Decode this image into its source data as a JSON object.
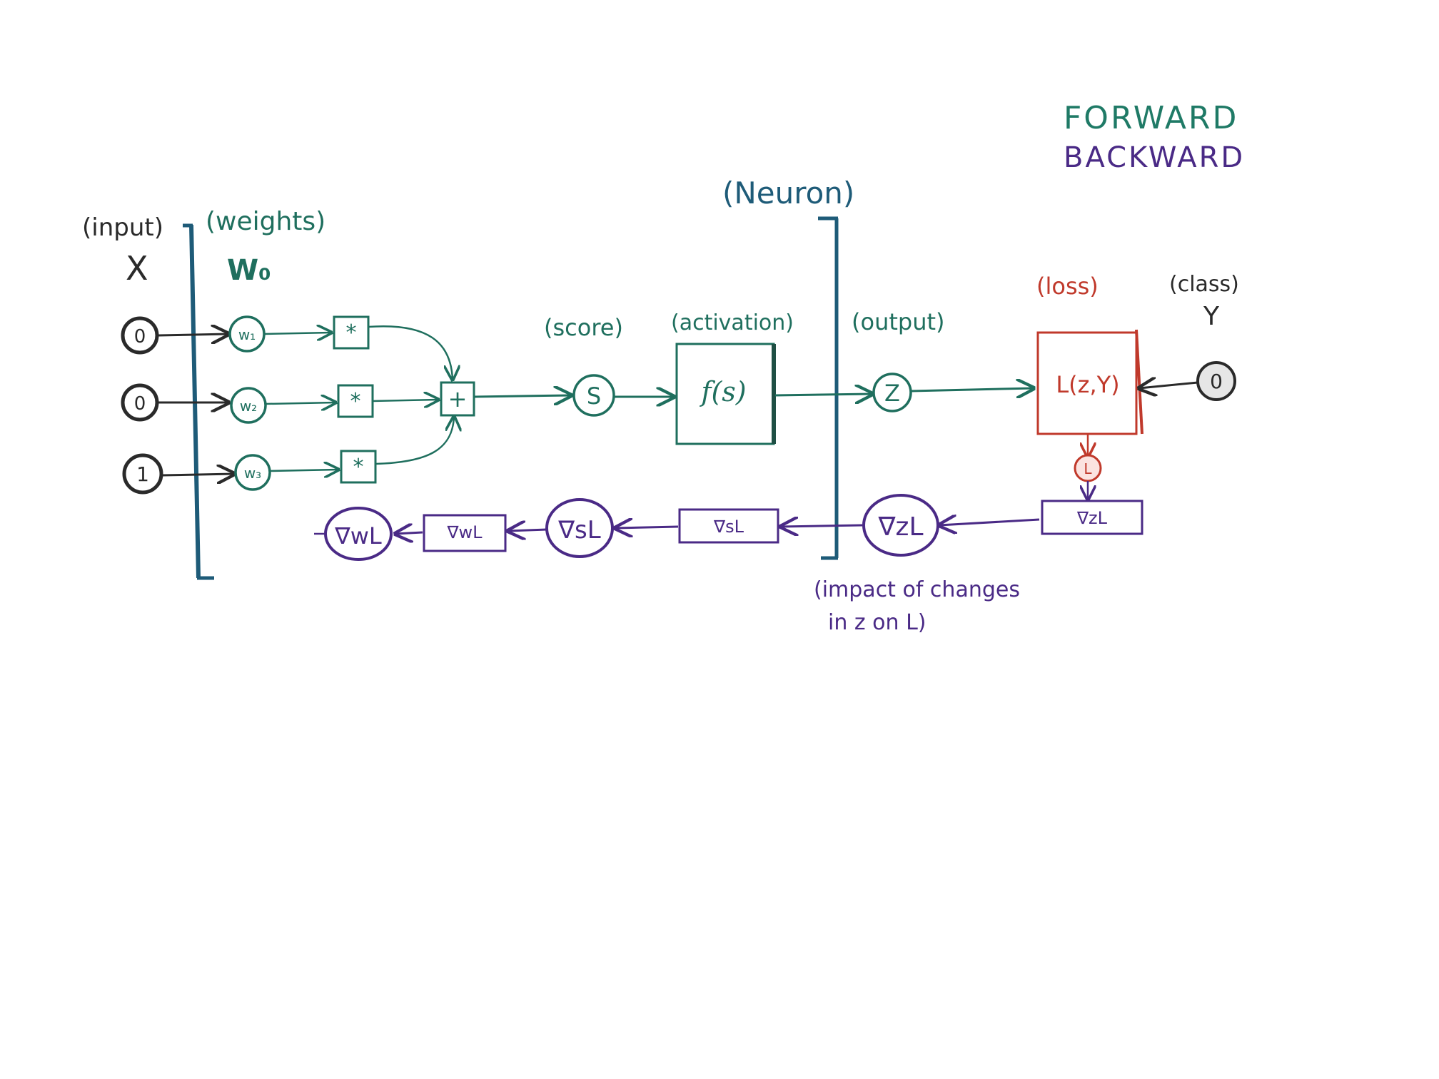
{
  "legend": {
    "forward": "FORWARD",
    "backward": "BACKWARD",
    "forward_color": "#1f7a66",
    "backward_color": "#4a2a86"
  },
  "labels": {
    "input": "(input)",
    "weights": "(weights)",
    "neuron": "(Neuron)",
    "score": "(score)",
    "activation": "(activation)",
    "output": "(output)",
    "loss": "(loss)",
    "class": "(class)",
    "impact_line1": "(impact of changes",
    "impact_line2": "in z on L)"
  },
  "symbols": {
    "x": "X",
    "w0": "W₀",
    "y": "Y"
  },
  "inputs": [
    "0",
    "0",
    "1"
  ],
  "weights": [
    "w₁",
    "w₂",
    "w₃"
  ],
  "multiply_ops": [
    "*",
    "*",
    "*"
  ],
  "sum_op": "+",
  "score_node": "S",
  "activation_fn": "f(s)",
  "output_node": "Z",
  "loss_fn": "L(z,Y)",
  "class_value": "0",
  "loss_node": "L",
  "backward": {
    "grad_z_box": "∇zL",
    "grad_z_node": "∇zL",
    "grad_s_box": "∇sL",
    "grad_s_node": "∇sL",
    "grad_w_box": "∇wL",
    "grad_w_node": "∇wL"
  },
  "colors": {
    "teal": "#1f6f5e",
    "blue": "#1e5b78",
    "red": "#c0392b",
    "purple": "#4a2a86",
    "dark": "#2a2a2a"
  }
}
